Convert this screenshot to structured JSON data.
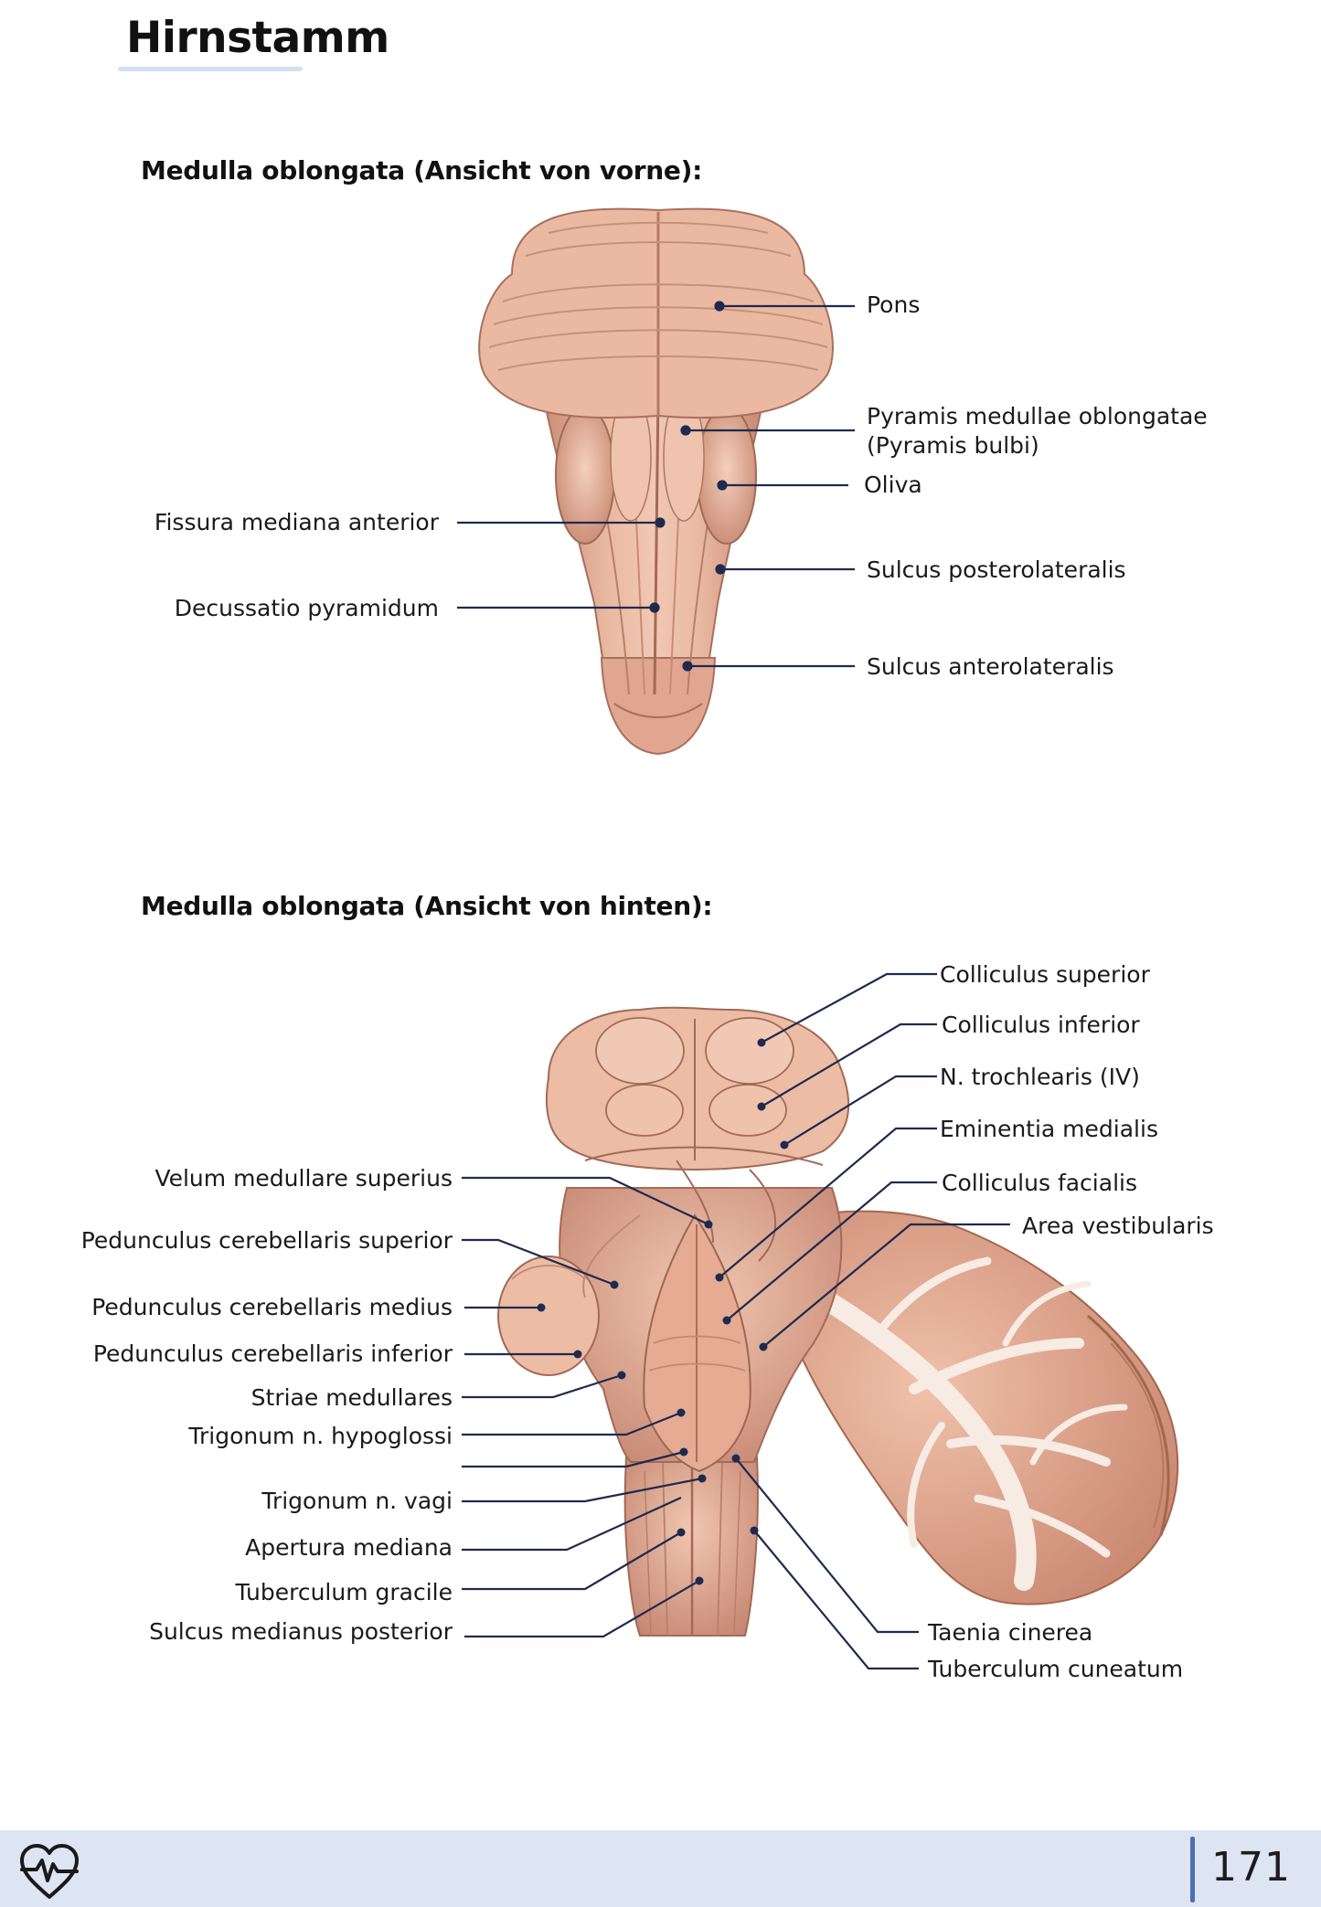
{
  "page": {
    "title": "Hirnstamm",
    "page_number": "171",
    "footer_icon": "heart-pulse-icon"
  },
  "sections": {
    "front": {
      "heading": "Medulla oblongata (Ansicht von vorne):",
      "labels": {
        "pons": "Pons",
        "pyramis_line1": "Pyramis medullae oblongatae",
        "pyramis_line2": "(Pyramis bulbi)",
        "oliva": "Oliva",
        "fissura_mediana_anterior": "Fissura mediana anterior",
        "sulcus_posterolateralis": "Sulcus posterolateralis",
        "decussatio_pyramidum": "Decussatio pyramidum",
        "sulcus_anterolateralis": "Sulcus anterolateralis"
      }
    },
    "back": {
      "heading": "Medulla oblongata (Ansicht von hinten):",
      "labels": {
        "colliculus_superior": "Colliculus superior",
        "colliculus_inferior": "Colliculus inferior",
        "n_trochlearis": "N. trochlearis (IV)",
        "eminentia_medialis": "Eminentia medialis",
        "colliculus_facialis": "Colliculus facialis",
        "area_vestibularis": "Area vestibularis",
        "velum_medullare_superius": "Velum medullare superius",
        "pedunculus_cerebellaris_superior": "Pedunculus cerebellaris superior",
        "pedunculus_cerebellaris_medius": "Pedunculus cerebellaris medius",
        "pedunculus_cerebellaris_inferior": "Pedunculus cerebellaris inferior",
        "striae_medullares": "Striae medullares",
        "trigonum_n_hypoglossi": "Trigonum n. hypoglossi",
        "trigonum_n_vagi": "Trigonum n. vagi",
        "apertura_mediana": "Apertura mediana",
        "tuberculum_gracile": "Tuberculum gracile",
        "sulcus_medianus_posterior": "Sulcus medianus posterior",
        "taenia_cinerea": "Taenia cinerea",
        "tuberculum_cuneatum": "Tuberculum cuneatum"
      }
    }
  },
  "colors": {
    "tissue": "#e8b49b",
    "tissue_shadow": "#b97d68",
    "leader_line": "#1f2a4f",
    "footer_band": "#dde5f3",
    "footer_accent": "#4e6fb3",
    "cerebellum_white_matter": "#f7ece4"
  }
}
